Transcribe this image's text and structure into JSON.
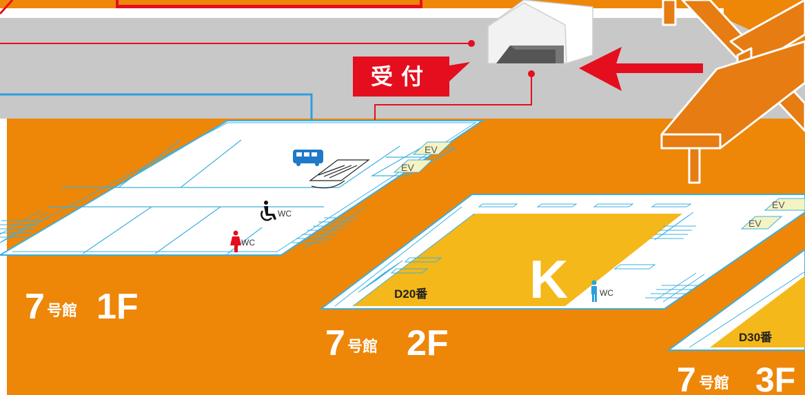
{
  "reception": {
    "label": "受付"
  },
  "floors": {
    "f1": {
      "number": "7",
      "building": "号館",
      "floor": "1F",
      "ev_labels": [
        "EV",
        "EV"
      ],
      "wc_labels": [
        "WC",
        "WC"
      ]
    },
    "f2": {
      "number": "7",
      "building": "号館",
      "floor": "2F",
      "zone": "K",
      "area": "D20番",
      "ev_labels": [
        "EV",
        "EV"
      ],
      "wc_label": "WC"
    },
    "f3": {
      "number": "7",
      "building": "号館",
      "floor": "3F",
      "area": "D30番"
    }
  },
  "colors": {
    "ground": "#EE8608",
    "road": "#C8C8C8",
    "red": "#E50E1E",
    "blue": "#2CA0DA",
    "zone": "#F5B81A",
    "floor_line": "#3BB0E0",
    "ev_fill": "#F4F3C4",
    "bridge": "#E67C12"
  },
  "icons": [
    "bus-icon",
    "wheelchair-icon",
    "restroom-female-icon",
    "restroom-male-icon",
    "arrow-left-icon",
    "building-entrance-icon"
  ]
}
